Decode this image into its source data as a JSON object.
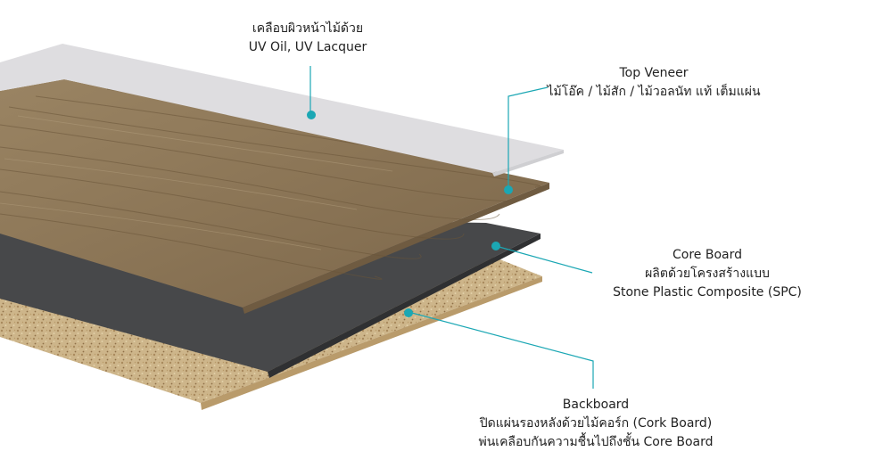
{
  "colors": {
    "leader": "#1ba7b4",
    "uv_layer": "#dedde0",
    "veneer": "#8a7456",
    "core": "#47484a",
    "cork": "#cbb287",
    "text": "#222222"
  },
  "layers": {
    "uv_coating": {
      "title": "เคลือบผิวหน้าไม้ด้วย",
      "detail": "UV Oil, UV Lacquer"
    },
    "top_veneer": {
      "title": "Top Veneer",
      "detail": "ไม้โอ๊ค / ไม้สัก / ไม้วอลนัท แท้ เต็มแผ่น"
    },
    "core_board": {
      "title": "Core Board",
      "line2": "ผลิตด้วยโครงสร้างแบบ",
      "line3": "Stone Plastic Composite (SPC)"
    },
    "backboard": {
      "title": "Backboard",
      "line2": "ปิดแผ่นรองหลังด้วยไม้คอร์ก (Cork Board)",
      "line3": "พ่นเคลือบกันความชื้นไปถึงชั้น Core Board"
    }
  }
}
